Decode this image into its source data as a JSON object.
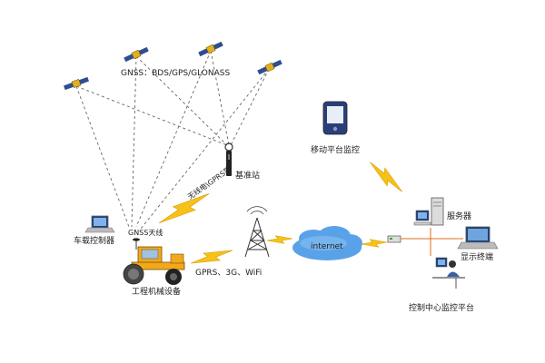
{
  "satellite_system_label": "GNSS：BDS/GPS/GLONASS",
  "base_station_label": "基准站",
  "radio_link_label": "无线电\\GPRS等",
  "gnss_antenna_label": "GNSS天线",
  "vehicle_controller_label": "车载控制器",
  "machinery_label": "工程机械设备",
  "network_link_label": "GPRS、3G、WiFi",
  "internet_label": "internet",
  "mobile_monitor_label": "移动平台监控",
  "server_label": "服务器",
  "display_terminal_label": "显示终端",
  "control_center_label": "控制中心监控平台",
  "colors": {
    "lightning": "#f6c21a",
    "lightning_edge": "#d99a00",
    "cloud": "#5aa2e8",
    "machine": "#f1a81c",
    "link_line": "#e86b1c",
    "dashed": "#666666"
  }
}
